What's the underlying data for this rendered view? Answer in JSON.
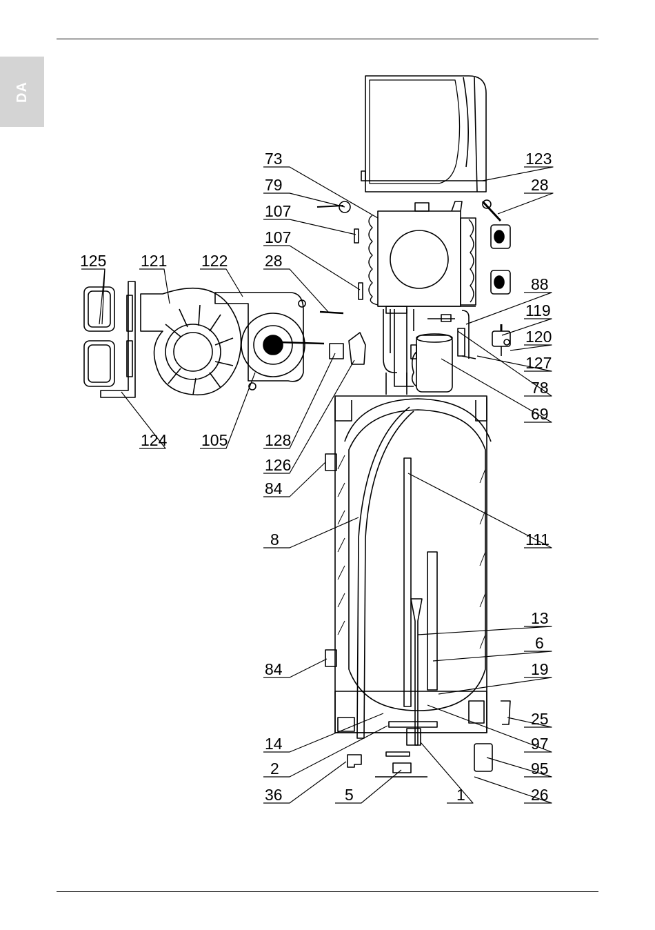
{
  "page": {
    "language_tab": "DA"
  },
  "diagram": {
    "part_numbers": [
      "73",
      "123",
      "79",
      "28",
      "107",
      "107",
      "125",
      "121",
      "122",
      "28",
      "88",
      "119",
      "120",
      "127",
      "78",
      "69",
      "124",
      "105",
      "128",
      "126",
      "84",
      "111",
      "8",
      "13",
      "6",
      "84",
      "19",
      "25",
      "14",
      "97",
      "2",
      "95",
      "36",
      "5",
      "1",
      "26"
    ]
  }
}
